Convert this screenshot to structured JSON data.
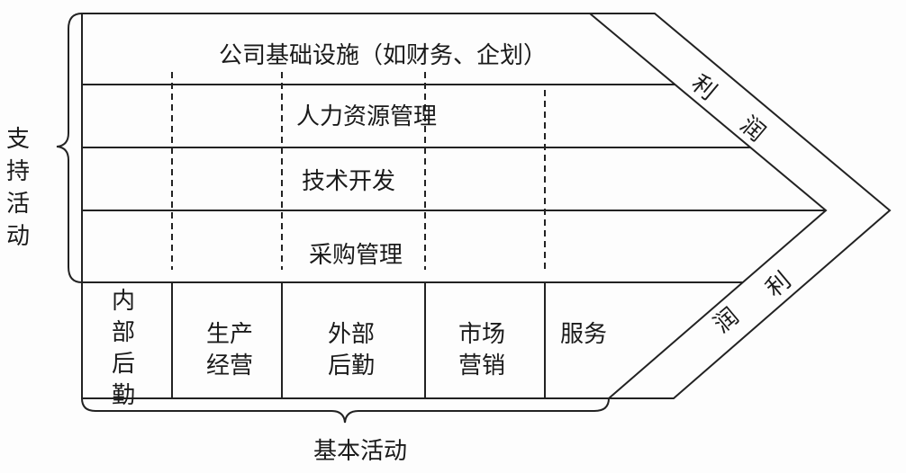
{
  "support": {
    "label": [
      "支",
      "持",
      "活",
      "动"
    ],
    "rows": [
      "公司基础设施（如财务、企划）",
      "人力资源管理",
      "技术开发",
      "采购管理"
    ]
  },
  "primary": {
    "label": "基本活动",
    "inbound": [
      "内",
      "部",
      "后",
      "勤"
    ],
    "operations": [
      "生产",
      "经营"
    ],
    "outbound": [
      "外部",
      "后勤"
    ],
    "marketing": [
      "市场",
      "营销"
    ],
    "service": "服务"
  },
  "margin": {
    "upper": [
      "利",
      "润"
    ],
    "lower": [
      "利",
      "润"
    ]
  }
}
